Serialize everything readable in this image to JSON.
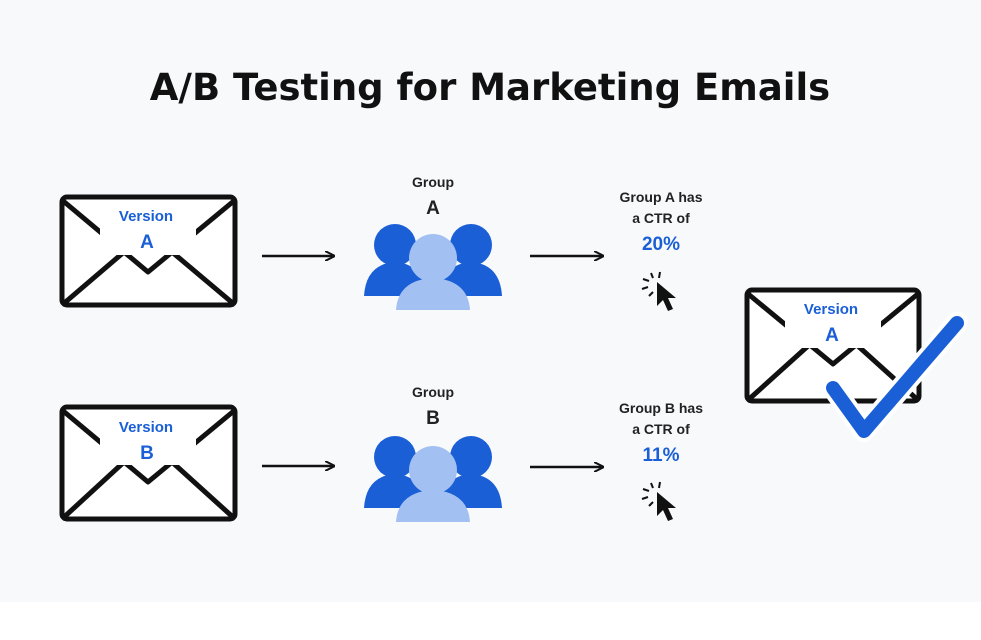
{
  "title": "A/B Testing for Marketing Emails",
  "colors": {
    "accent_blue": "#1a5fd6",
    "person_dark": "#1a5fd6",
    "person_light": "#a3c0f2",
    "text": "#111111",
    "background": "#f8f9fb"
  },
  "rows": [
    {
      "envelope": {
        "word": "Version",
        "letter": "A"
      },
      "group": {
        "label": "Group",
        "letter": "A"
      },
      "result": {
        "line1": "Group A has",
        "line2": "a CTR of",
        "value": "20%"
      }
    },
    {
      "envelope": {
        "word": "Version",
        "letter": "B"
      },
      "group": {
        "label": "Group",
        "letter": "B"
      },
      "result": {
        "line1": "Group B has",
        "line2": "a CTR of",
        "value": "11%"
      }
    }
  ],
  "winner": {
    "word": "Version",
    "letter": "A"
  },
  "icons": [
    "envelope-icon",
    "arrow-right-icon",
    "people-group-icon",
    "cursor-click-icon",
    "checkmark-icon"
  ]
}
